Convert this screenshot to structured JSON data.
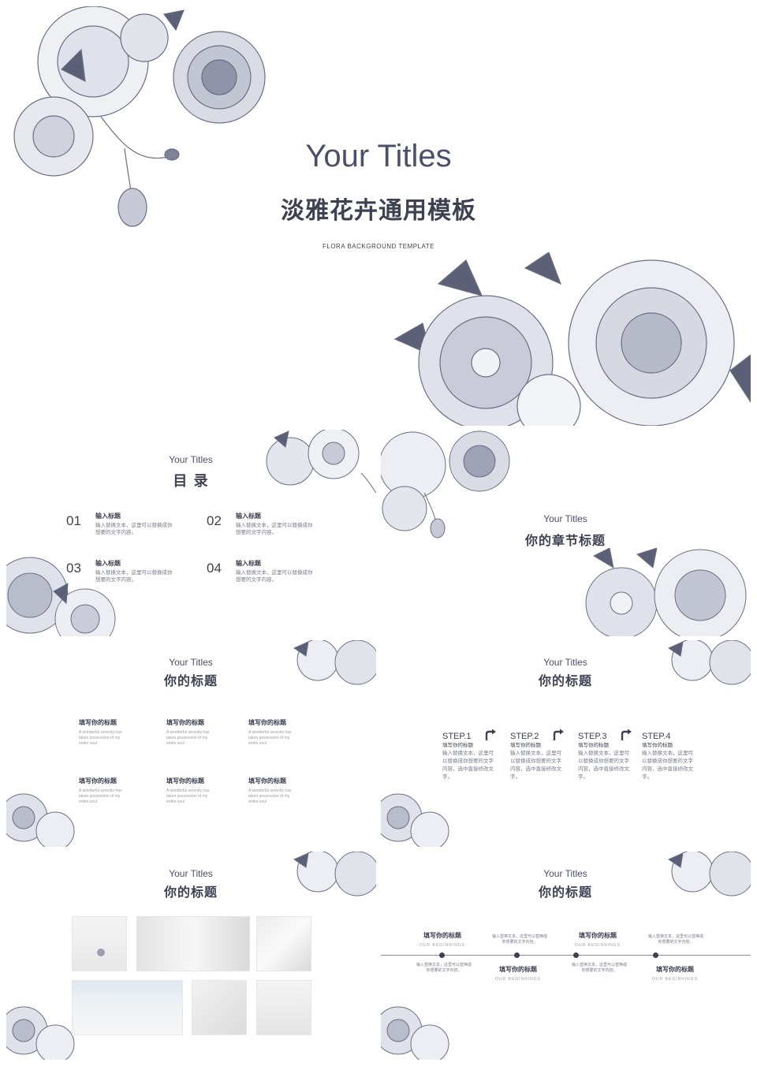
{
  "cover": {
    "title_en": "Your Titles",
    "title_zh": "淡雅花卉通用模板",
    "subtitle": "FLORA BACKGROUND TEMPLATE"
  },
  "toc": {
    "title_en": "Your Titles",
    "title_zh": "目 录",
    "items": [
      {
        "num": "01",
        "label": "输入标题",
        "text1": "输入替换文本，这里可以替换成你",
        "text2": "想要的文字内容。"
      },
      {
        "num": "02",
        "label": "输入标题",
        "text1": "输入替换文本，这里可以替换成你",
        "text2": "想要的文字内容。"
      },
      {
        "num": "03",
        "label": "输入标题",
        "text1": "输入替换文本，这里可以替换成你",
        "text2": "想要的文字内容。"
      },
      {
        "num": "04",
        "label": "输入标题",
        "text1": "输入替换文本，这里可以替换成你",
        "text2": "想要的文字内容。"
      }
    ]
  },
  "section": {
    "title_en": "Your Titles",
    "title_zh": "你的章节标题"
  },
  "grid": {
    "title_en": "Your Titles",
    "title_zh": "你的标题",
    "items": [
      {
        "label": "填写你的标题",
        "l1": "A wonderful serenity has",
        "l2": "taken possession of my",
        "l3": "entire soul"
      },
      {
        "label": "填写你的标题",
        "l1": "A wonderful serenity has",
        "l2": "taken possession of my",
        "l3": "entire soul"
      },
      {
        "label": "填写你的标题",
        "l1": "A wonderful serenity has",
        "l2": "taken possession of my",
        "l3": "entire soul"
      },
      {
        "label": "填写你的标题",
        "l1": "A wonderful serenity has",
        "l2": "taken possession of my",
        "l3": "entire soul"
      },
      {
        "label": "填写你的标题",
        "l1": "A wonderful serenity has",
        "l2": "taken possession of my",
        "l3": "entire soul"
      },
      {
        "label": "填写你的标题",
        "l1": "A wonderful serenity has",
        "l2": "taken possession of my",
        "l3": "entire soul"
      }
    ]
  },
  "steps": {
    "title_en": "Your Titles",
    "title_zh": "你的标题",
    "items": [
      {
        "step": "STEP.1",
        "label": "填写你的标题",
        "l1": "输入替换文本，这里可",
        "l2": "以替换成你想要的文字",
        "l3": "内容，选中直接修改文",
        "l4": "字。"
      },
      {
        "step": "STEP.2",
        "label": "填写你的标题",
        "l1": "输入替换文本，这里可",
        "l2": "以替换成你想要的文字",
        "l3": "内容，选中直接修改文",
        "l4": "字。"
      },
      {
        "step": "STEP.3",
        "label": "填写你的标题",
        "l1": "输入替换文本，这里可",
        "l2": "以替换成你想要的文字",
        "l3": "内容，选中直接修改文",
        "l4": "字。"
      },
      {
        "step": "STEP.4",
        "label": "填写你的标题",
        "l1": "输入替换文本，这里可",
        "l2": "以替换成你想要的文字",
        "l3": "内容，选中直接修改文",
        "l4": "字。"
      }
    ]
  },
  "photos": {
    "title_en": "Your Titles",
    "title_zh": "你的标题"
  },
  "timeline": {
    "title_en": "Your Titles",
    "title_zh": "你的标题",
    "label": "填写你的标题",
    "sub": "OUR BEGINNINGS",
    "text1": "输入替换文本，这里可以替换成",
    "text2": "你想要的文字内容。"
  },
  "colors": {
    "accent": "#4c5068",
    "flower_dark": "#5b6076",
    "flower_light": "#c9ccd8"
  }
}
